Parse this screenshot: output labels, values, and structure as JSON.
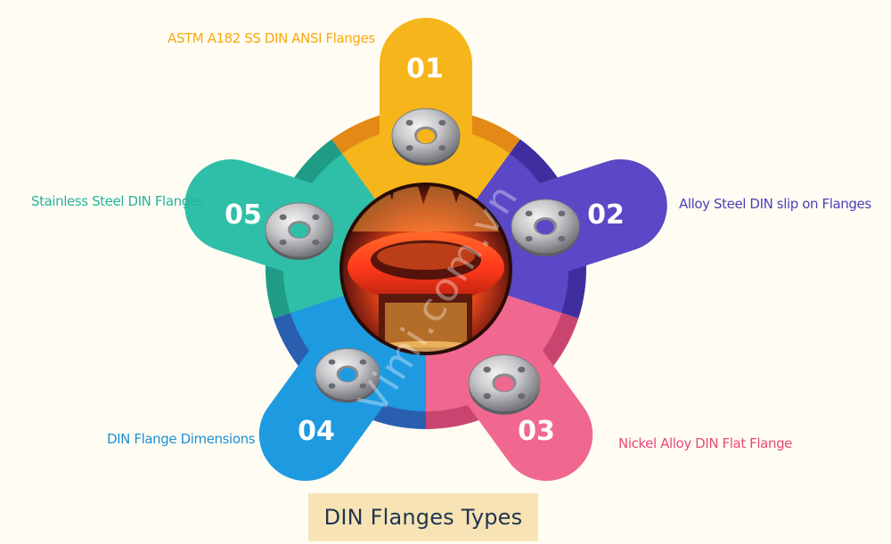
{
  "title": "DIN Flanges Types",
  "watermark": "Vimi.com.vn",
  "center_image": "forging-fire-photo",
  "items": [
    {
      "number": "01",
      "label": "ASTM A182 SS DIN ANSI Flanges",
      "color": "#f6b51a",
      "icon": "flange-icon"
    },
    {
      "number": "02",
      "label": "Alloy Steel DIN slip on Flanges",
      "color": "#5a48c6",
      "icon": "flange-icon"
    },
    {
      "number": "03",
      "label": "Nickel Alloy DIN Flat Flange",
      "color": "#f06890",
      "icon": "flange-icon"
    },
    {
      "number": "04",
      "label": "DIN Flange Dimensions",
      "color": "#1e9ae0",
      "icon": "flange-icon"
    },
    {
      "number": "05",
      "label": "Stainless Steel DIN Flanges",
      "color": "#2fbfa8",
      "icon": "flange-icon"
    }
  ]
}
